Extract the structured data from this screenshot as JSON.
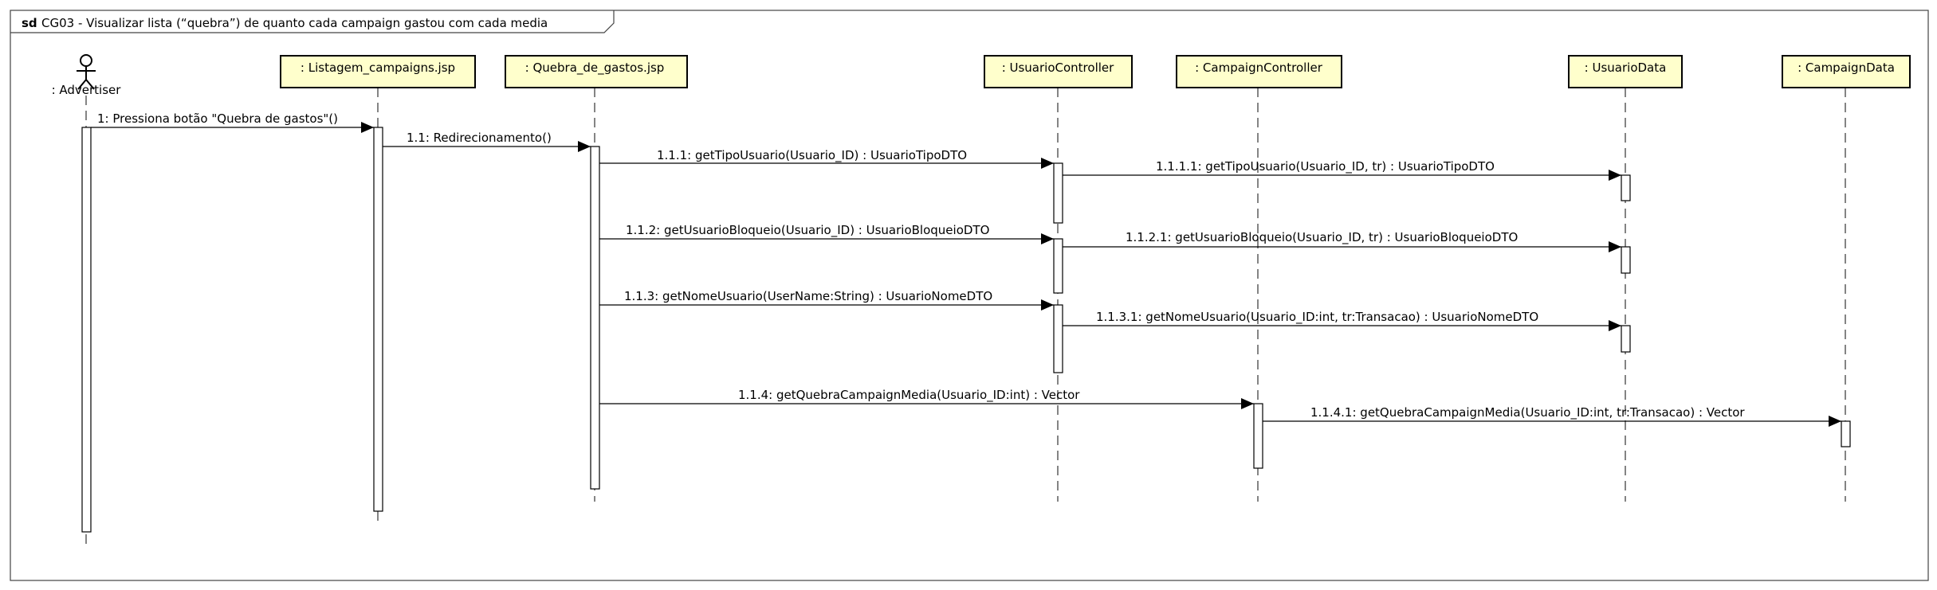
{
  "frame": {
    "keyword": "sd",
    "title": "CG03 - Visualizar lista (“quebra”) de quanto cada campaign gastou com cada media"
  },
  "actor": {
    "label": ": Advertiser"
  },
  "participants": [
    {
      "id": "listagem",
      "label": ": Listagem_campaigns.jsp"
    },
    {
      "id": "quebra",
      "label": ": Quebra_de_gastos.jsp"
    },
    {
      "id": "usuario_controller",
      "label": ": UsuarioController"
    },
    {
      "id": "campaign_controller",
      "label": ": CampaignController"
    },
    {
      "id": "usuario_data",
      "label": ": UsuarioData"
    },
    {
      "id": "campaign_data",
      "label": ": CampaignData"
    }
  ],
  "messages": [
    {
      "from": "advertiser",
      "to": "listagem",
      "label": "1: Pressiona botão \"Quebra de gastos\"()"
    },
    {
      "from": "listagem",
      "to": "quebra",
      "label": "1.1: Redirecionamento()"
    },
    {
      "from": "quebra",
      "to": "usuario_controller",
      "label": "1.1.1: getTipoUsuario(Usuario_ID) : UsuarioTipoDTO"
    },
    {
      "from": "usuario_controller",
      "to": "usuario_data",
      "label": "1.1.1.1: getTipoUsuario(Usuario_ID, tr) : UsuarioTipoDTO"
    },
    {
      "from": "quebra",
      "to": "usuario_controller",
      "label": "1.1.2: getUsuarioBloqueio(Usuario_ID) : UsuarioBloqueioDTO"
    },
    {
      "from": "usuario_controller",
      "to": "usuario_data",
      "label": "1.1.2.1: getUsuarioBloqueio(Usuario_ID, tr) : UsuarioBloqueioDTO"
    },
    {
      "from": "quebra",
      "to": "usuario_controller",
      "label": "1.1.3: getNomeUsuario(UserName:String) : UsuarioNomeDTO"
    },
    {
      "from": "usuario_controller",
      "to": "usuario_data",
      "label": "1.1.3.1: getNomeUsuario(Usuario_ID:int, tr:Transacao) : UsuarioNomeDTO"
    },
    {
      "from": "quebra",
      "to": "campaign_controller",
      "label": "1.1.4: getQuebraCampaignMedia(Usuario_ID:int) : Vector"
    },
    {
      "from": "campaign_controller",
      "to": "campaign_data",
      "label": "1.1.4.1: getQuebraCampaignMedia(Usuario_ID:int, tr:Transacao) : Vector"
    }
  ]
}
